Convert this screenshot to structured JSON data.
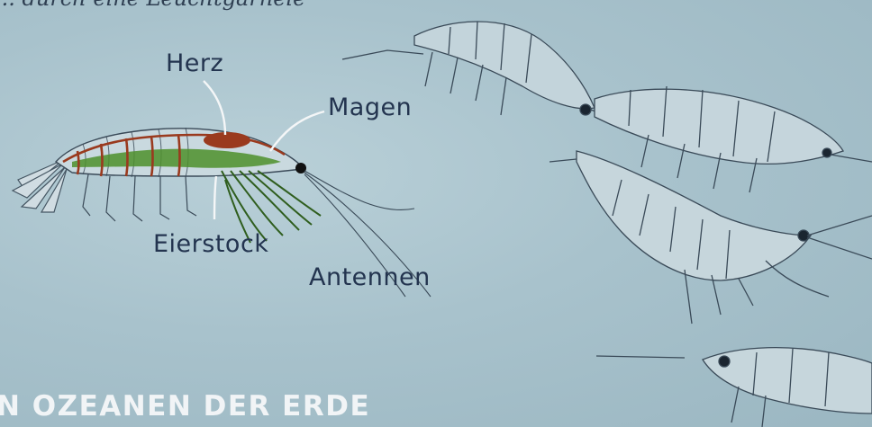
{
  "caption": "... durch eine Leuchtgarnele",
  "labels": {
    "heart": "Herz",
    "stomach": "Magen",
    "ovary": "Eierstock",
    "antennae": "Antennen"
  },
  "heading": "N OZEANEN DER ERDE",
  "colors": {
    "background": "#a8c2cc",
    "ink": "#23344f",
    "heading": "#f1f4f6",
    "organ_red": "#9a3a1e",
    "organ_green": "#4d8f2b",
    "sketch_line": "#3a4a58"
  },
  "illustration_names": [
    "annotated-shrimp-anatomy",
    "shrimp-sketch-group"
  ]
}
